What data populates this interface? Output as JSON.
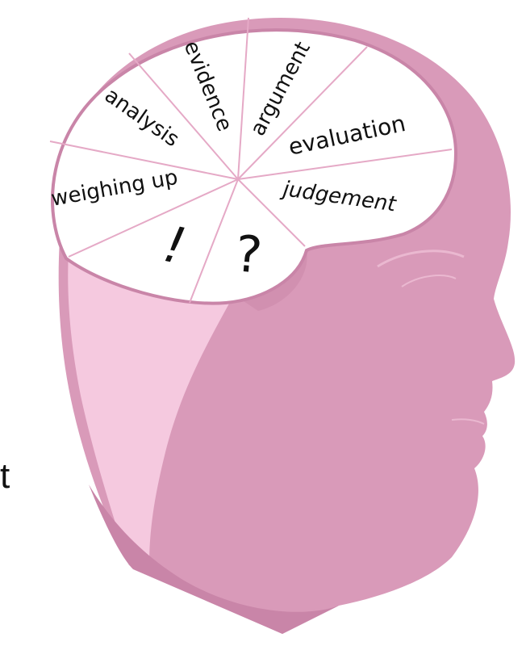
{
  "colors": {
    "head_fill": "#d99ab9",
    "head_shadow": "#c985a8",
    "neck_light": "#f5c9df",
    "brain_fill": "#ffffff",
    "brain_outline": "#c985a8",
    "divider": "#e5a9c6",
    "text": "#111111"
  },
  "brain_segments": [
    {
      "label": "analysis"
    },
    {
      "label": "evidence"
    },
    {
      "label": "argument"
    },
    {
      "label": "evaluation"
    },
    {
      "label": "judgement"
    },
    {
      "label": "?"
    },
    {
      "label": "!"
    },
    {
      "label": "weighing up"
    }
  ],
  "edge_text": {
    "stray_letter": "t"
  }
}
